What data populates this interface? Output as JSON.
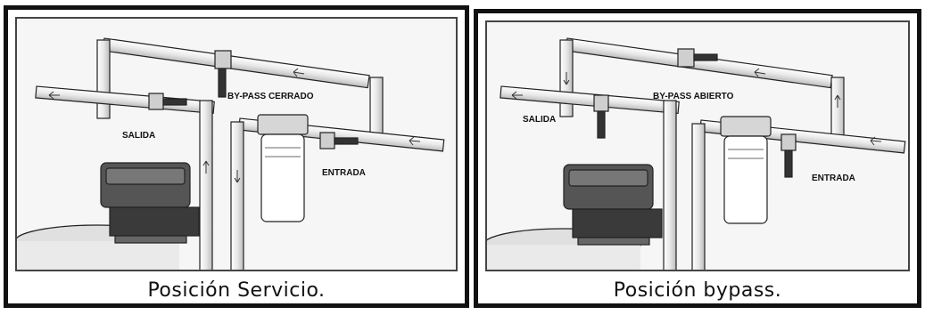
{
  "panels": [
    {
      "caption": "Posición Servicio.",
      "labels": {
        "bypass": "BY-PASS CERRADO",
        "salida": "SALIDA",
        "entrada": "ENTRADA"
      }
    },
    {
      "caption": "Posición bypass.",
      "labels": {
        "bypass": "BY-PASS ABIERTO",
        "salida": "SALIDA",
        "entrada": "ENTRADA"
      }
    }
  ]
}
